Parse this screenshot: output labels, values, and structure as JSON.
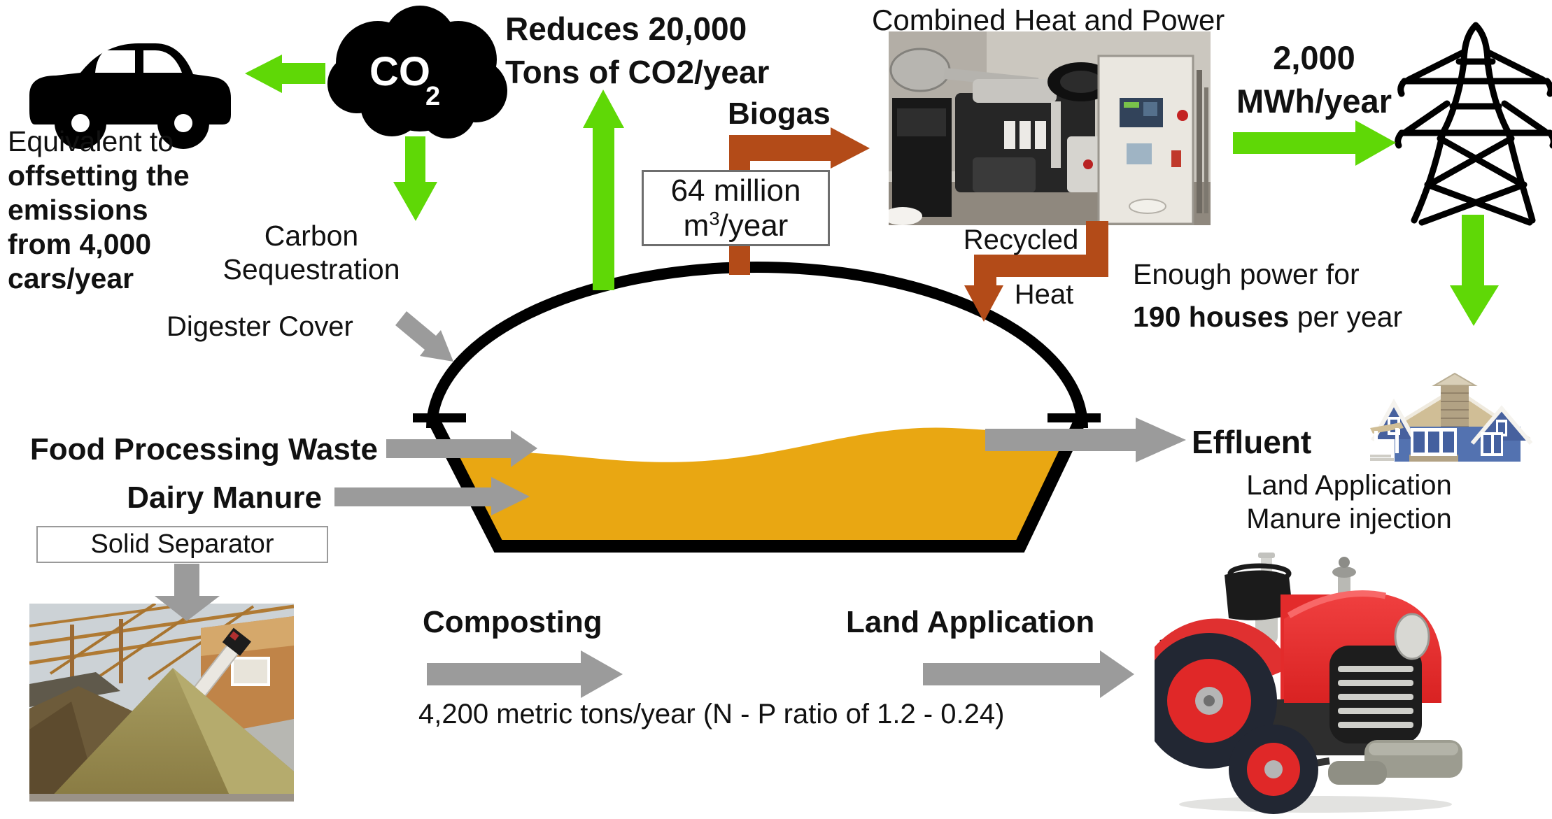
{
  "title": "Anaerobic digester system diagram",
  "colors": {
    "arrow_green": "#5fd806",
    "arrow_brown": "#b34b18",
    "arrow_gray": "#9b9b9b",
    "digester_liquid": "#e9a712",
    "outline_black": "#000000",
    "text": "#111111"
  },
  "car_section": {
    "line1": "Equivalent to",
    "line2": "offsetting the",
    "line3": "emissions",
    "line4": "from 4,000",
    "line5": "cars/year"
  },
  "co2": {
    "label": "CO",
    "sub": "2",
    "carbon_line1": "Carbon",
    "carbon_line2": "Sequestration"
  },
  "reduces": {
    "line1": "Reduces 20,000",
    "line2": "Tons of CO2/year"
  },
  "biogas": {
    "label": "Biogas",
    "box_line1": "64 million",
    "box_m": "m",
    "box_sup": "3",
    "box_rest": "/year"
  },
  "chp": {
    "title": "Combined Heat and Power"
  },
  "power": {
    "line1": "2,000",
    "line2": "MWh/year",
    "enough_line1": "Enough power for",
    "enough_bold": "190 houses",
    "enough_rest": " per year"
  },
  "heat": {
    "line1": "Recycled",
    "line2": "Heat"
  },
  "digester": {
    "cover_label": "Digester Cover",
    "input1": "Food Processing Waste",
    "input2": "Dairy Manure",
    "effluent": "Effluent",
    "effluent_sub1": "Land Application",
    "effluent_sub2": "Manure injection"
  },
  "separator": {
    "label": "Solid Separator"
  },
  "bottom": {
    "composting": "Composting",
    "tons_line": "4,200 metric tons/year (N - P ratio of 1.2 - 0.24)",
    "land_application": "Land Application"
  }
}
